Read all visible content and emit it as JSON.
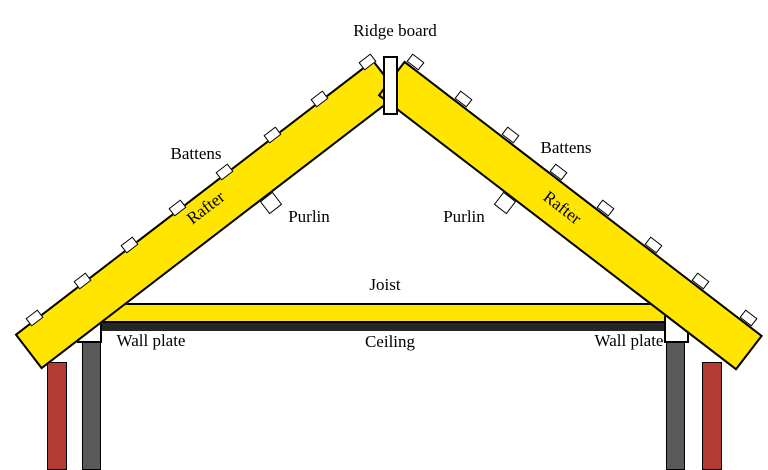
{
  "diagram": {
    "labels": {
      "ridge_board": "Ridge board",
      "battens_left": "Battens",
      "battens_right": "Battens",
      "rafter_left": "Rafter",
      "rafter_right": "Rafter",
      "purlin_left": "Purlin",
      "purlin_right": "Purlin",
      "joist": "Joist",
      "ceiling": "Ceiling",
      "wall_plate_left": "Wall plate",
      "wall_plate_right": "Wall plate"
    },
    "colors": {
      "rafter_yellow": "#ffe500",
      "outline": "#000000",
      "wall_gray": "#5a5a5a",
      "brick_red": "#b23b33",
      "ceiling_dark": "#262626",
      "background": "#ffffff"
    }
  }
}
